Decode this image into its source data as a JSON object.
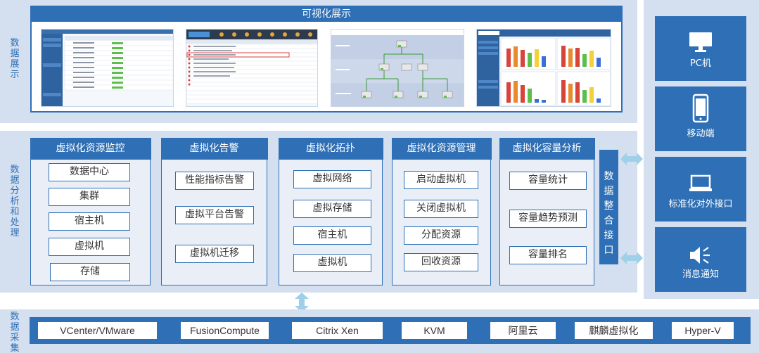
{
  "sections": {
    "display": "数据展示",
    "analysis": "数据分析和处理",
    "collection": "数据采集"
  },
  "visualization": {
    "title": "可视化展示"
  },
  "modules": [
    {
      "title": "虚拟化资源监控",
      "items": [
        "数据中心",
        "集群",
        "宿主机",
        "虚拟机",
        "存储"
      ]
    },
    {
      "title": "虚拟化告警",
      "items": [
        "性能指标告警",
        "虚拟平台告警",
        "虚拟机迁移"
      ]
    },
    {
      "title": "虚拟化拓扑",
      "items": [
        "虚拟网络",
        "虚拟存储",
        "宿主机",
        "虚拟机"
      ]
    },
    {
      "title": "虚拟化资源管理",
      "items": [
        "启动虚拟机",
        "关闭虚拟机",
        "分配资源",
        "回收资源"
      ]
    },
    {
      "title": "虚拟化容量分析",
      "items": [
        "容量统计",
        "容量趋势预测",
        "容量排名"
      ]
    }
  ],
  "integration": {
    "chars": [
      "数",
      "据",
      "整",
      "合",
      "接",
      "口"
    ]
  },
  "terminals": [
    {
      "label": "PC机",
      "icon": "monitor-icon"
    },
    {
      "label": "移动端",
      "icon": "mobile-phone-icon"
    },
    {
      "label": "标准化对外接口",
      "icon": "laptop-icon"
    },
    {
      "label": "消息通知",
      "icon": "speaker-icon"
    }
  ],
  "sources": [
    "VCenter/VMware",
    "FusionCompute",
    "Citrix Xen",
    "KVM",
    "阿里云",
    "麒麟虚拟化",
    "Hyper-V"
  ],
  "colors": {
    "primary": "#2e6fb5",
    "panel": "#d4dff0",
    "arrow": "#9fd0ea"
  }
}
